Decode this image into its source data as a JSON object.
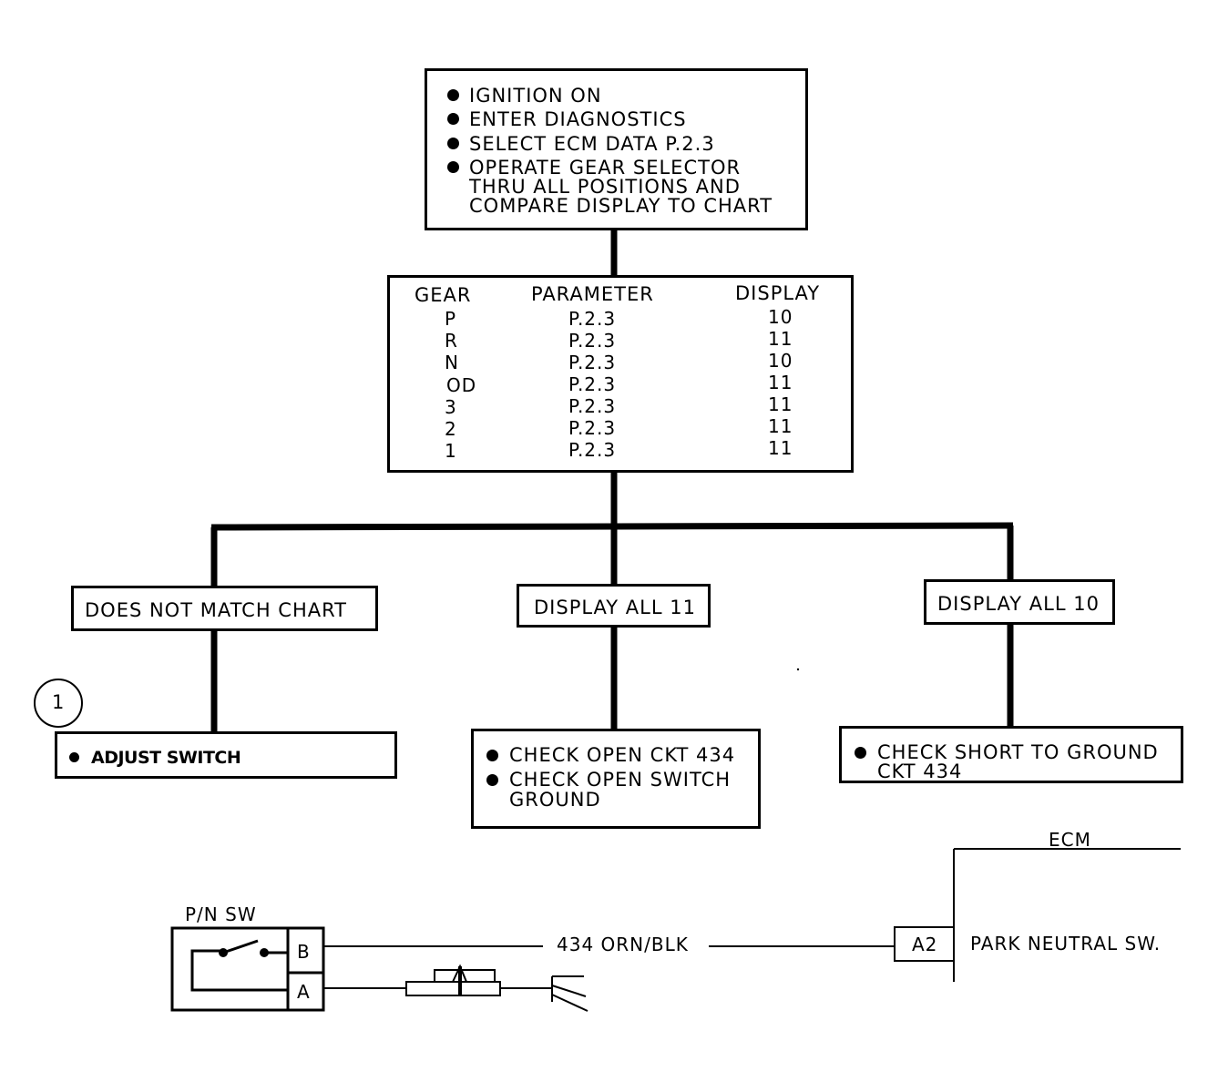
{
  "start_box": {
    "steps": [
      "IGNITION ON",
      "ENTER DIAGNOSTICS",
      "SELECT ECM DATA P.2.3",
      "OPERATE GEAR SELECTOR",
      "THRU ALL POSITIONS AND",
      "COMPARE DISPLAY TO CHART"
    ]
  },
  "gear_table": {
    "headers": [
      "GEAR",
      "PARAMETER",
      "DISPLAY"
    ],
    "rows": [
      [
        "P",
        "P.2.3",
        "10"
      ],
      [
        "R",
        "P.2.3",
        "11"
      ],
      [
        "N",
        "P.2.3",
        "10"
      ],
      [
        "OD",
        "P.2.3",
        "11"
      ],
      [
        "3",
        "P.2.3",
        "11"
      ],
      [
        "2",
        "P.2.3",
        "11"
      ],
      [
        "1",
        "P.2.3",
        "11"
      ]
    ]
  },
  "branches": {
    "left": {
      "condition": "DOES NOT MATCH CHART",
      "note_number": "1",
      "action": "ADJUST SWITCH"
    },
    "middle": {
      "condition": "DISPLAY ALL 11",
      "action_1": "CHECK OPEN CKT 434",
      "action_2a": "CHECK OPEN SWITCH",
      "action_2b": "GROUND"
    },
    "right": {
      "condition": "DISPLAY ALL 10",
      "action_a": "CHECK SHORT TO GROUND",
      "action_b": "CKT 434"
    }
  },
  "schematic": {
    "switch_label": "P/N SW",
    "pin_b": "B",
    "pin_a": "A",
    "wire_label": "434 ORN/BLK",
    "ecm_label": "ECM",
    "ecm_pin": "A2",
    "ecm_input": "PARK NEUTRAL SW."
  }
}
